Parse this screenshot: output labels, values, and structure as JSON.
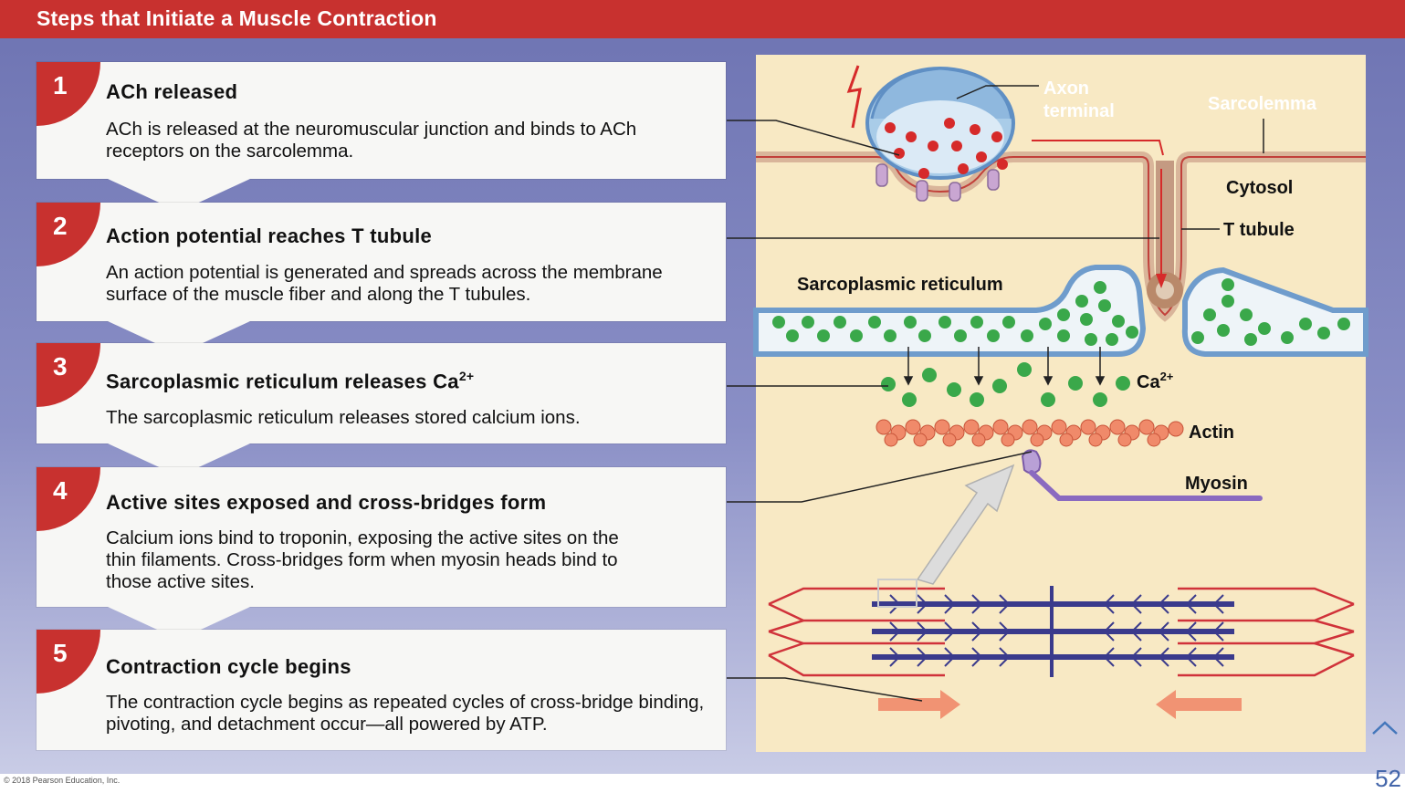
{
  "title": "Steps that Initiate a Muscle Contraction",
  "steps": [
    {
      "num": "1",
      "heading": "ACh released",
      "body": "ACh is released at the neuromuscular junction and binds to ACh receptors on the sarcolemma."
    },
    {
      "num": "2",
      "heading": "Action potential reaches T tubule",
      "body": "An action potential is generated and spreads across the membrane surface of the muscle fiber and along the T tubules."
    },
    {
      "num": "3",
      "heading": "Sarcoplasmic reticulum releases Ca",
      "heading_sup": "2+",
      "body": "The sarcoplasmic reticulum releases stored calcium ions."
    },
    {
      "num": "4",
      "heading": "Active sites exposed and cross-bridges form",
      "body": "Calcium ions bind to troponin, exposing the active sites on the thin filaments. Cross-bridges form when myosin heads bind to those active sites."
    },
    {
      "num": "5",
      "heading": "Contraction cycle begins",
      "body": "The contraction cycle begins as repeated cycles of cross-bridge binding, pivoting, and detachment occur—all powered by ATP."
    }
  ],
  "labels": {
    "axon_1": "Axon",
    "axon_2": "terminal",
    "sarcolemma": "Sarcolemma",
    "cytosol": "Cytosol",
    "t_tubule": "T tubule",
    "sr": "Sarcoplasmic reticulum",
    "ca": "Ca",
    "ca_sup": "2+",
    "actin": "Actin",
    "myosin": "Myosin"
  },
  "footer": "© 2018 Pearson Education, Inc.",
  "page": "52",
  "colors": {
    "title_red": "#c8312f",
    "background": "#7a80bb",
    "panel": "#f8e9c4",
    "calcium": "#3aa84a",
    "ach": "#d62a2a",
    "filament": "#3a3a8c",
    "actin": "#f08a6a"
  }
}
